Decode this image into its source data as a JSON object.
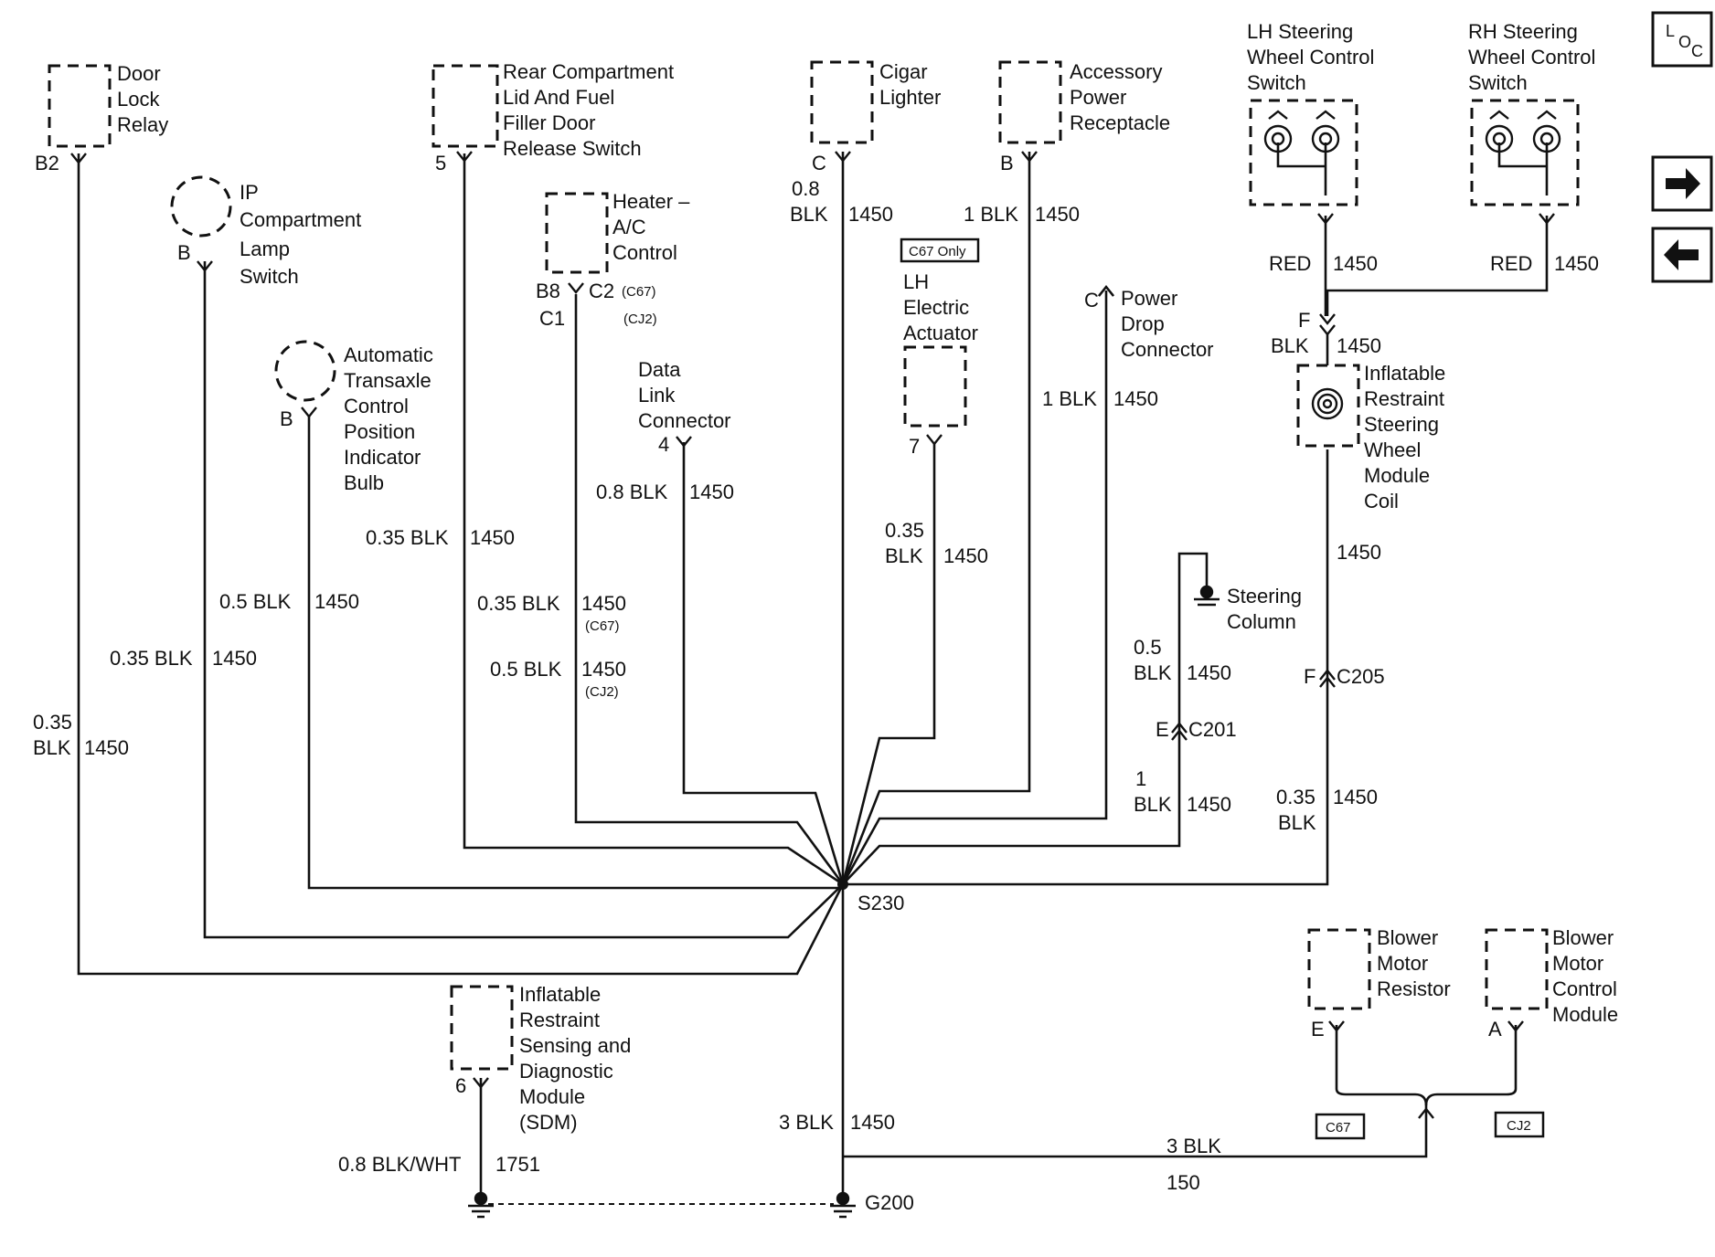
{
  "components": {
    "door_lock_relay": [
      "Door",
      "Lock",
      "Relay"
    ],
    "ip_lamp_switch": [
      "IP",
      "Compartment",
      "Lamp",
      "Switch"
    ],
    "atcp_bulb": [
      "Automatic",
      "Transaxle",
      "Control",
      "Position",
      "Indicator",
      "Bulb"
    ],
    "rear_compartment": [
      "Rear Compartment",
      "Lid And Fuel",
      "Filler Door",
      "Release Switch"
    ],
    "hvac_control": [
      "Heater –",
      "A/C",
      "Control"
    ],
    "dlc": [
      "Data",
      "Link",
      "Connector"
    ],
    "cigar_lighter": [
      "Cigar",
      "Lighter"
    ],
    "lh_actuator": [
      "LH",
      "Electric",
      "Actuator"
    ],
    "accessory_power": [
      "Accessory",
      "Power",
      "Receptacle"
    ],
    "power_drop": [
      "Power",
      "Drop",
      "Connector"
    ],
    "lh_swc": [
      "LH Steering",
      "Wheel Control",
      "Switch"
    ],
    "rh_swc": [
      "RH Steering",
      "Wheel Control",
      "Switch"
    ],
    "sir_coil": [
      "Inflatable",
      "Restraint",
      "Steering",
      "Wheel",
      "Module",
      "Coil"
    ],
    "steering_column": [
      "Steering",
      "Column"
    ],
    "sdm": [
      "Inflatable",
      "Restraint",
      "Sensing and",
      "Diagnostic",
      "Module",
      "(SDM)"
    ],
    "blower_resistor": [
      "Blower",
      "Motor",
      "Resistor"
    ],
    "blower_module": [
      "Blower",
      "Motor",
      "Control",
      "Module"
    ]
  },
  "pins": {
    "door_lock_relay": "B2",
    "ip_lamp_switch": "B",
    "atcp_bulb": "B",
    "rear_compartment": "5",
    "hvac_b8": "B8",
    "hvac_c2": "C2",
    "hvac_c1": "C1",
    "dlc": "4",
    "cigar_lighter": "C",
    "lh_actuator": "7",
    "accessory_power": "B",
    "power_drop": "C",
    "coil_f": "F",
    "c205": "F",
    "c201": "E",
    "sdm": "6",
    "blower_resistor": "E",
    "blower_module": "A"
  },
  "option_tags": {
    "c67_paren": "(C67)",
    "cj2_paren": "(CJ2)",
    "c67_only": "C67 Only",
    "c67": "C67",
    "cj2": "CJ2"
  },
  "wires": {
    "door_lock_size": [
      "0.35",
      "BLK"
    ],
    "door_lock_circuit": "1450",
    "ip_lamp": "0.35 BLK",
    "ip_lamp_circuit": "1450",
    "atcp": "0.5 BLK",
    "atcp_circuit": "1450",
    "rear": "0.35 BLK",
    "rear_circuit": "1450",
    "hvac_c67": "0.35 BLK",
    "hvac_c67_circuit": "1450",
    "hvac_cj2": "0.5 BLK",
    "hvac_cj2_circuit": "1450",
    "dlc": "0.8 BLK",
    "dlc_circuit": "1450",
    "cigar_size": [
      "0.8",
      "BLK"
    ],
    "cigar_circuit": "1450",
    "actuator_size": [
      "0.35",
      "BLK"
    ],
    "actuator_circuit": "1450",
    "accessory": "1 BLK",
    "accessory_circuit": "1450",
    "power_drop": "1 BLK",
    "power_drop_circuit": "1450",
    "lh_swc": "RED",
    "lh_swc_circuit": "1450",
    "rh_swc": "RED",
    "rh_swc_circuit": "1450",
    "coil_in": "BLK",
    "coil_in_circuit": "1450",
    "coil_out_circuit": "1450",
    "c205_out_size": [
      "0.35",
      "BLK"
    ],
    "c205_out_circuit": "1450",
    "column_size": [
      "0.5",
      "BLK"
    ],
    "column_circuit": "1450",
    "c201_out_size": [
      "1",
      "BLK"
    ],
    "c201_out_circuit": "1450",
    "ground": "3 BLK",
    "ground_circuit": "1450",
    "sdm": "0.8 BLK/WHT",
    "sdm_circuit": "1751",
    "blower": "3 BLK",
    "blower_circuit": "150"
  },
  "connectors": {
    "c205": "C205",
    "c201": "C201"
  },
  "splice": "S230",
  "ground": "G200",
  "nav": {
    "loc_l": "L",
    "loc_o": "O",
    "loc_c": "C",
    "next_icon": "arrow-right-icon",
    "prev_icon": "arrow-left-icon"
  }
}
